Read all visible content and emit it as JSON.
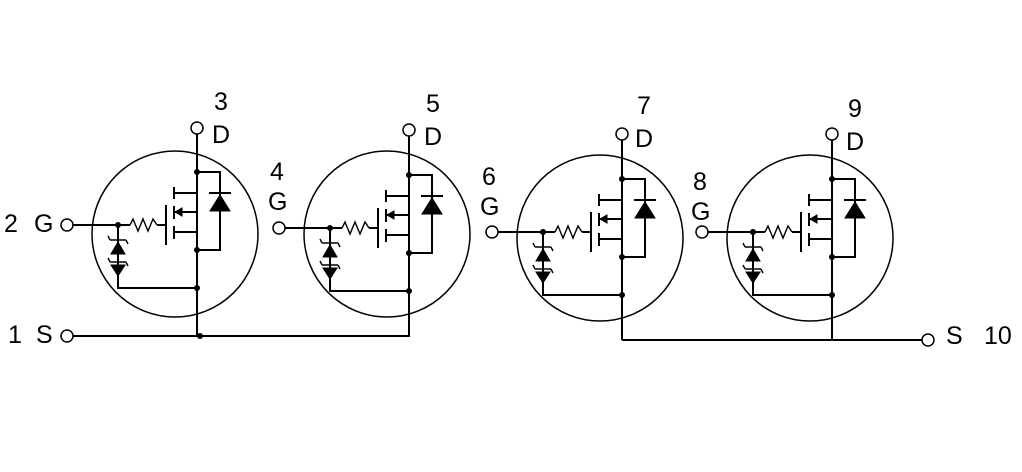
{
  "diagram": {
    "external_labels": {
      "left_gate_pin": "2",
      "left_gate_name": "G",
      "left_source_pin": "1",
      "left_source_name": "S",
      "right_source_name": "S",
      "right_source_pin": "10"
    },
    "units": [
      {
        "gate_pin": "",
        "gate_name": "",
        "drain_pin": "3",
        "drain_name": "D"
      },
      {
        "gate_pin": "4",
        "gate_name": "G",
        "drain_pin": "5",
        "drain_name": "D"
      },
      {
        "gate_pin": "6",
        "gate_name": "G",
        "drain_pin": "7",
        "drain_name": "D"
      },
      {
        "gate_pin": "8",
        "gate_name": "G",
        "drain_pin": "9",
        "drain_name": "D"
      }
    ]
  }
}
